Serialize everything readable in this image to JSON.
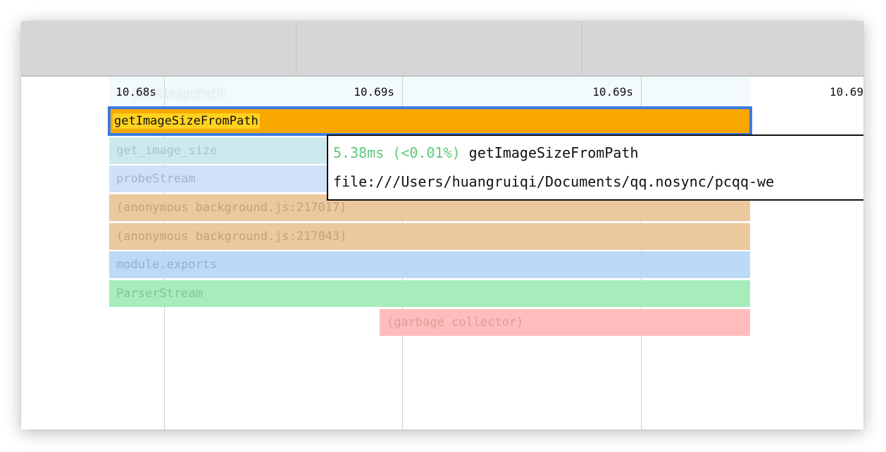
{
  "ruler": {
    "ticks": [
      "10.68s",
      "10.69s",
      "10.69s",
      "10.69"
    ]
  },
  "ghost_label": "DiskImagePath",
  "frames": {
    "selected": "getImageSizeFromPath",
    "get_image_size": "get_image_size",
    "probe_stream": "probeStream",
    "anon1": "(anonymous background.js:217017)",
    "anon2": "(anonymous background.js:217043)",
    "module_exports": "module.exports",
    "parser_stream": "ParserStream",
    "gc": "(garbage collector)"
  },
  "tooltip": {
    "duration": "5.38ms (<0.01%)",
    "name": "getImageSizeFromPath",
    "url": "file:///Users/huangruiqi/Documents/qq.nosync/pcqq-we"
  },
  "colors": {
    "selected_fill": "#f9a800",
    "selected_border": "#3a7be2",
    "get_image_size": "#cce9ee",
    "probe_stream": "#cfe0f7",
    "anonymous": "#ecc89e",
    "module_exports": "#bcd9f5",
    "parser_stream": "#a6edbb",
    "garbage_collector": "#ffbcbc",
    "tooltip_duration": "#5fc87a"
  }
}
